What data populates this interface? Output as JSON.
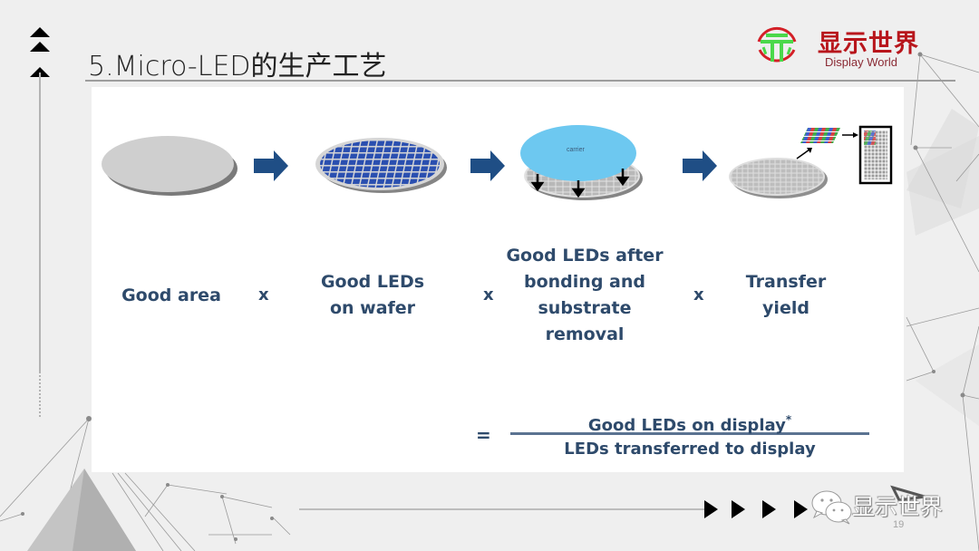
{
  "slide": {
    "title": "5.Micro-LED的生产工艺",
    "page_number": "19"
  },
  "logo": {
    "chinese": "显示世界",
    "english": "Display World",
    "colors": {
      "ring": "#d32027",
      "mark": "#4bd84b",
      "text": "#b8161c"
    }
  },
  "process": {
    "stages": [
      {
        "graphic": "plain-wafer",
        "label_lines": [
          "Good area"
        ]
      },
      {
        "graphic": "wafer-with-led-grid",
        "label_lines": [
          "Good LEDs",
          "on wafer"
        ]
      },
      {
        "graphic": "carrier-bonding",
        "carrier_text": "carrier",
        "label_lines": [
          "Good LEDs after",
          "bonding and",
          "substrate",
          "removal"
        ]
      },
      {
        "graphic": "transfer-to-display",
        "label_lines": [
          "Transfer",
          "yield"
        ]
      }
    ],
    "operator": "x",
    "equals": "=",
    "result": {
      "numerator": "Good LEDs on display",
      "numerator_mark": "*",
      "denominator": "LEDs transferred to display"
    },
    "colors": {
      "text": "#2e4a6b",
      "arrow": "#1f4e85",
      "led": "#2a4fb0",
      "carrier": "#6dc8f0",
      "wafer": "#cfcfcf"
    }
  },
  "footer": {
    "wechat_icon": "wechat-icon",
    "wechat_account": "显示世界"
  }
}
